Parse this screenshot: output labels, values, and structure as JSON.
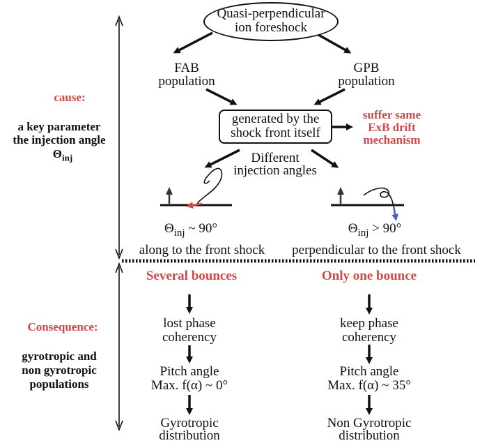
{
  "top_node": {
    "line1": "Quasi-perpendicular",
    "line2": "ion foreshock"
  },
  "fab": {
    "line1": "FAB",
    "line2": "population"
  },
  "gpb": {
    "line1": "GPB",
    "line2": "population"
  },
  "generated": {
    "line1": "generated by the",
    "line2": "shock front itself"
  },
  "drift": {
    "line1": "suffer same",
    "line2": "ExB drift",
    "line3": "mechanism"
  },
  "different": {
    "line1": "Different",
    "line2": "injection angles"
  },
  "left_angle": {
    "theta": "Θ",
    "sub": "inj",
    "value": "~ 90°",
    "desc": "along to the front shock"
  },
  "right_angle": {
    "theta": "Θ",
    "sub": "inj",
    "value": "> 90°",
    "desc": "perpendicular to the front shock"
  },
  "cause": {
    "label": "cause:",
    "line1": "a key parameter",
    "line2": "the injection angle",
    "theta": "Θ",
    "sub": "inj"
  },
  "consequence": {
    "label": "Consequence:",
    "line1": "gyrotropic and",
    "line2": "non gyrotropic",
    "line3": "populations"
  },
  "left_col": {
    "heading": "Several bounces",
    "step1a": "lost phase",
    "step1b": "coherency",
    "step2a": "Pitch angle",
    "step2b": "Max. f(α) ~ 0°",
    "step3a": "Gyrotropic",
    "step3b": "distribution"
  },
  "right_col": {
    "heading": "Only one bounce",
    "step1a": "keep phase",
    "step1b": "coherency",
    "step2a": "Pitch angle",
    "step2b": "Max. f(α) ~ 35°",
    "step3a": "Non Gyrotropic",
    "step3b": "distribution"
  },
  "colors": {
    "accent_red": "#d24848",
    "arrow_blue": "#4a5fc1",
    "ink": "#111111"
  }
}
